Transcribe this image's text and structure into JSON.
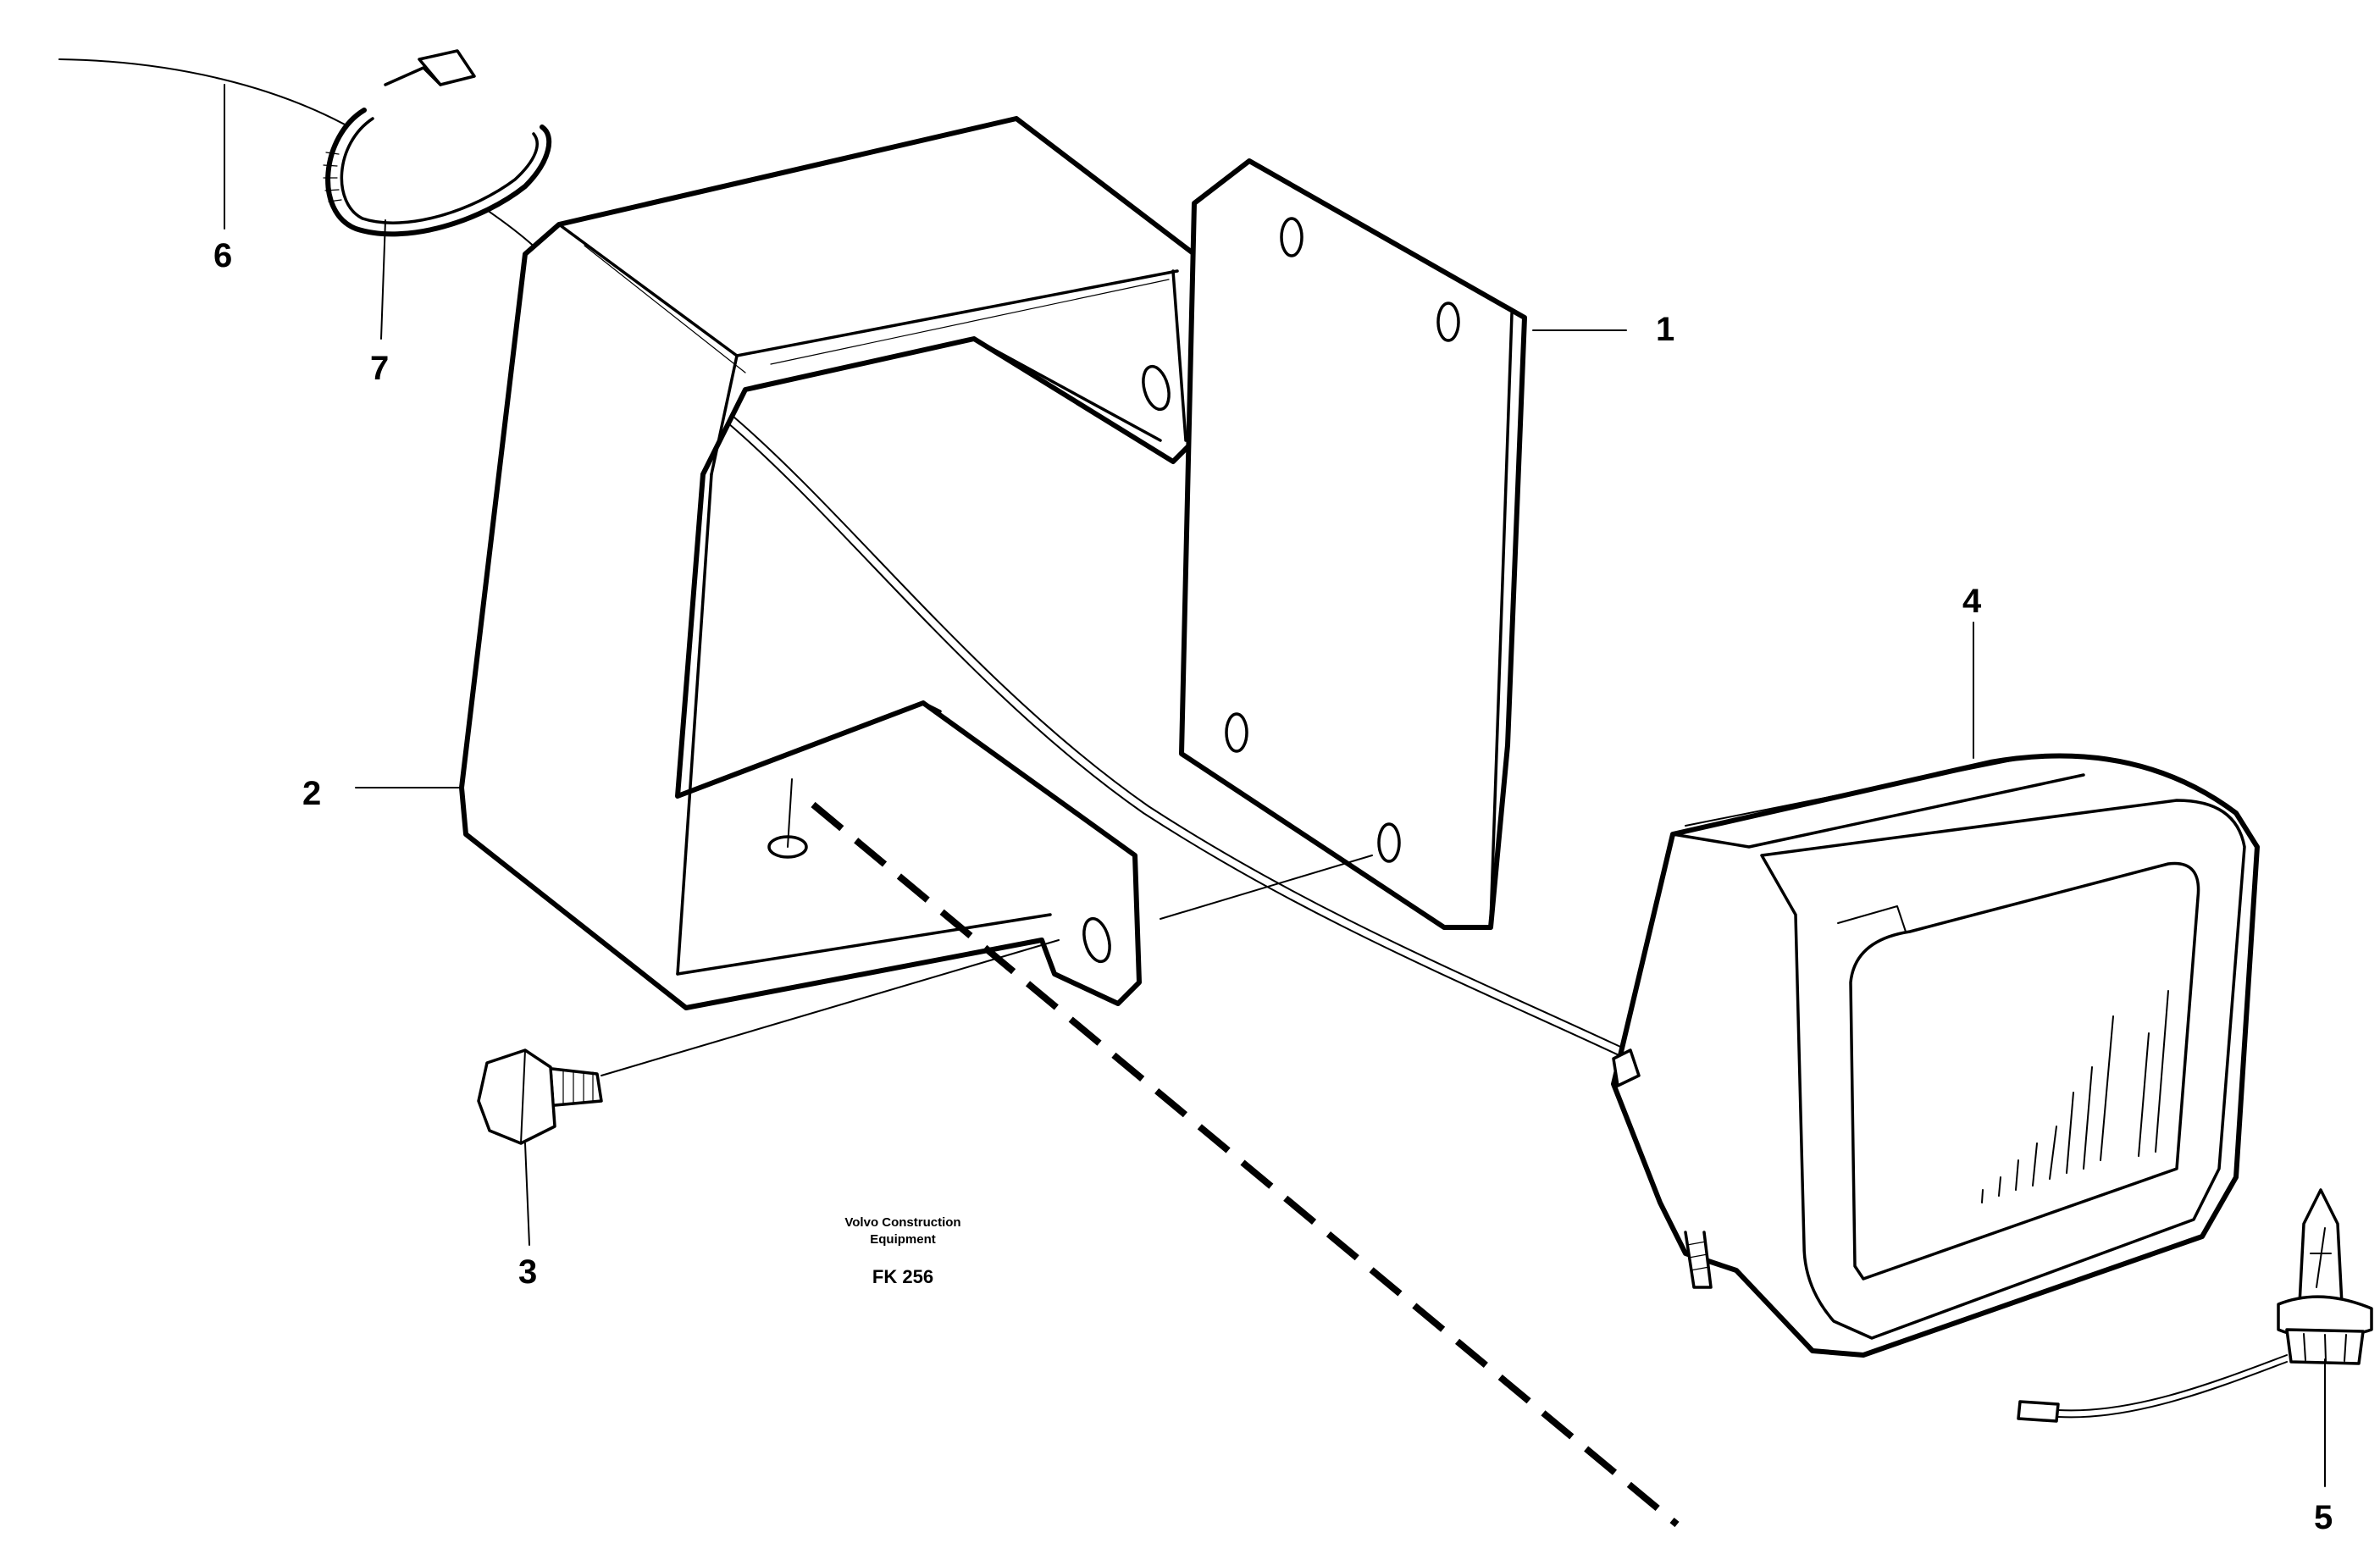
{
  "callouts": {
    "part_1": "1",
    "part_2": "2",
    "part_3": "3",
    "part_4": "4",
    "part_5": "5",
    "part_6": "6",
    "part_7": "7"
  },
  "caption": {
    "line1": "Volvo Construction",
    "line2": "Equipment",
    "code": "FK 256"
  }
}
